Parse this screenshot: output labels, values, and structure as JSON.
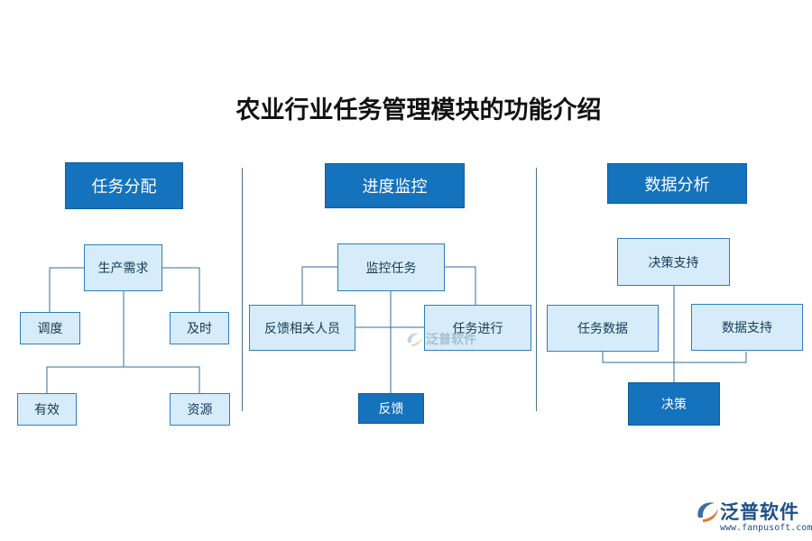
{
  "title": "农业行业任务管理模块的功能介绍",
  "sections": [
    {
      "header": "任务分配",
      "nodes": {
        "root": "生产需求",
        "left": "调度",
        "right": "及时",
        "bottom_left": "有效",
        "bottom_right": "资源"
      }
    },
    {
      "header": "进度监控",
      "nodes": {
        "root": "监控任务",
        "left": "反馈相关人员",
        "right": "任务进行",
        "bottom": "反馈"
      }
    },
    {
      "header": "数据分析",
      "nodes": {
        "top": "决策支持",
        "left": "任务数据",
        "right": "数据支持",
        "bottom": "决策"
      }
    }
  ],
  "watermark": {
    "text": "泛普软件"
  },
  "logo": {
    "brand": "泛普软件",
    "url": "www.fanpusoft.com"
  },
  "colors": {
    "dark_box": "#1572bd",
    "light_box": "#d6ecfa",
    "border": "#2f7fb9"
  }
}
